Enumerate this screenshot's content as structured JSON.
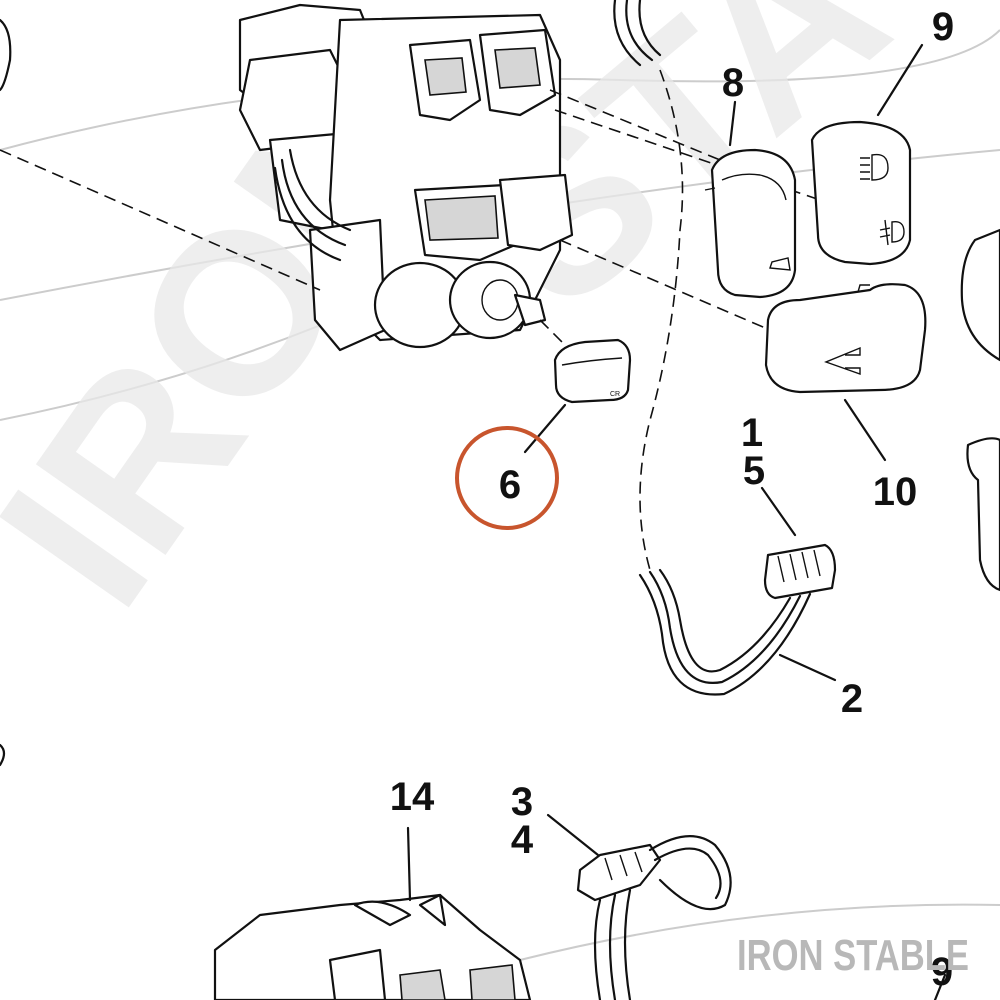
{
  "watermark": {
    "text": "IRON STABLE"
  },
  "callouts": {
    "c1": "1",
    "c2": "2",
    "c3": "3",
    "c4": "4",
    "c5": "5",
    "c6": "6",
    "c8": "8",
    "c9_top": "9",
    "c9_bottom": "9",
    "c10": "10",
    "c14": "14"
  },
  "colors": {
    "highlight_circle": "#c8552d",
    "ink": "#111111",
    "watermark": "#e9e9e9"
  },
  "highlighted_callout": "6"
}
